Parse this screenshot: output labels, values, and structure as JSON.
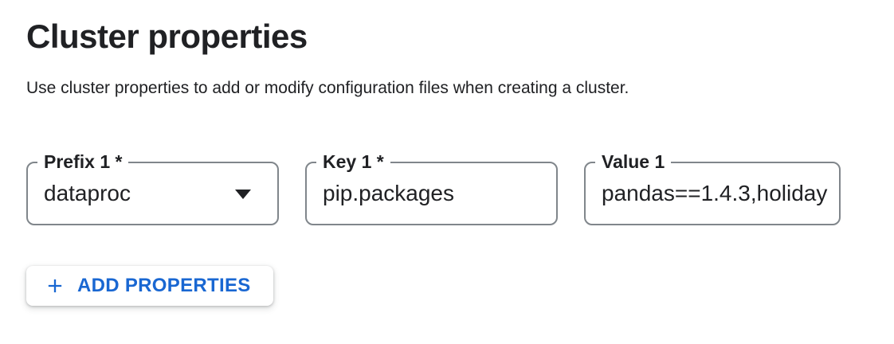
{
  "section": {
    "title": "Cluster properties",
    "description": "Use cluster properties to add or modify configuration files when creating a cluster."
  },
  "fields": [
    {
      "label": "Prefix 1 *",
      "value": "dataproc",
      "icon": "caret-down-icon"
    },
    {
      "label": "Key 1 *",
      "value": "pip.packages"
    },
    {
      "label": "Value 1",
      "value": "pandas==1.4.3,holiday"
    }
  ],
  "actions": {
    "add_properties": {
      "label": "ADD PROPERTIES",
      "icon": "plus-icon"
    }
  },
  "colors": {
    "accent_blue": "#1967d2",
    "text_primary": "#202124",
    "field_border": "#80868b",
    "background": "#ffffff"
  }
}
